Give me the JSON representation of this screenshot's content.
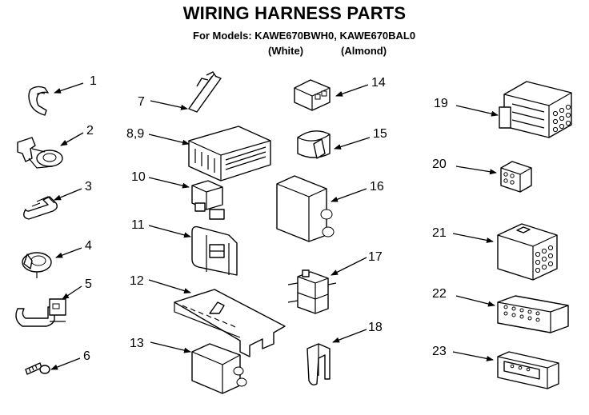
{
  "title": "WIRING HARNESS PARTS",
  "subtitle": {
    "models_line": "For Models: KAWE670BWH0, KAWE670BAL0",
    "white": "(White)",
    "almond": "(Almond)"
  },
  "callouts": {
    "c1": "1",
    "c2": "2",
    "c3": "3",
    "c4": "4",
    "c5": "5",
    "c6": "6",
    "c7": "7",
    "c8": "8,9",
    "c10": "10",
    "c11": "11",
    "c12": "12",
    "c13": "13",
    "c14": "14",
    "c15": "15",
    "c16": "16",
    "c17": "17",
    "c18": "18",
    "c19": "19",
    "c20": "20",
    "c21": "21",
    "c22": "22",
    "c23": "23"
  },
  "colors": {
    "ink": "#000000",
    "paper": "#ffffff"
  }
}
